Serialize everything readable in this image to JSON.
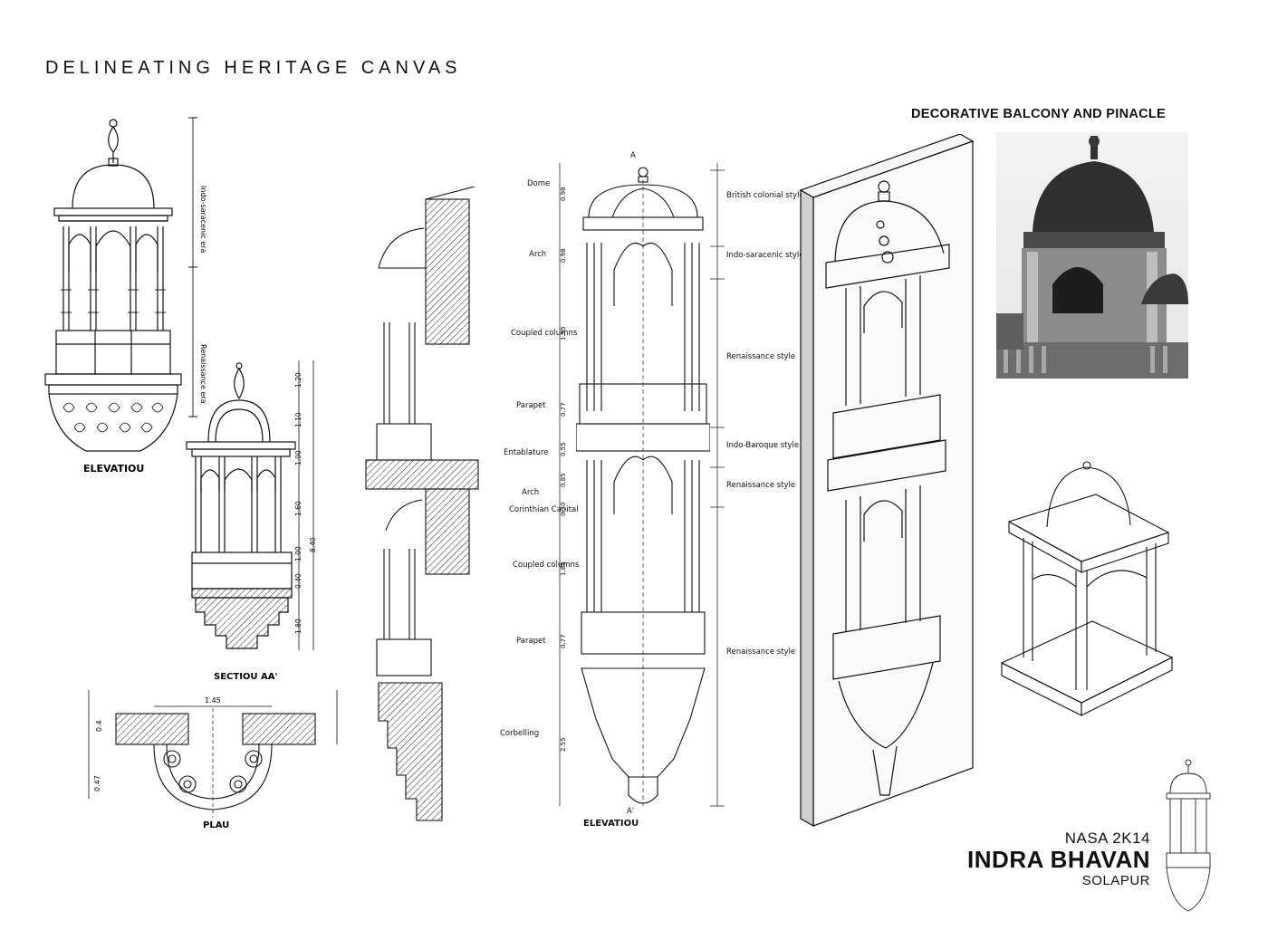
{
  "header": {
    "title": "DELINEATING HERITAGE CANVAS"
  },
  "section": {
    "title": "DECORATIVE BALCONY AND  PINACLE"
  },
  "drawings": {
    "elevation_small": {
      "label": "ELEVATIOU"
    },
    "section": {
      "label": "SECTIOU AA'"
    },
    "plan": {
      "label": "PLAU",
      "dim_width": "1.45",
      "dim_depth": "0.47",
      "dim_wall": "0.4"
    },
    "dim_vertical_left": {
      "top": "Indo-saracenic era",
      "bottom": "Renaissance era"
    },
    "section_dims": [
      "1.20",
      "1.10",
      "1.00",
      "1.60",
      "1.00",
      "0.40",
      "1.80",
      "8.40"
    ],
    "elevation_main": {
      "label": "ELEVATIOU",
      "marker_top": "A",
      "marker_bottom": "A'",
      "parts": [
        {
          "name": "Dome",
          "dim": "0.98"
        },
        {
          "name": "Arch",
          "dim": "0.98"
        },
        {
          "name": "Coupled columns",
          "dim": "1.95"
        },
        {
          "name": "Parapet",
          "dim": "0.77"
        },
        {
          "name": "Entablature",
          "dim": "0.55"
        },
        {
          "name": "Arch",
          "dim": "0.85"
        },
        {
          "name": "Corinthian Capital",
          "dim": "0.30"
        },
        {
          "name": "Coupled columns",
          "dim": "1.85"
        },
        {
          "name": "Parapet",
          "dim": "0.77"
        },
        {
          "name": "Corbelling",
          "dim": "2.55"
        }
      ],
      "styles": [
        "British colonial style",
        "Indo-saracenic style",
        "Renaissance style",
        "Indo-Baroque style",
        "Renaissance style",
        "Renaissance style"
      ]
    }
  },
  "credit": {
    "line1": "NASA 2K14",
    "line2": "INDRA BHAVAN",
    "line3": "SOLAPUR"
  }
}
